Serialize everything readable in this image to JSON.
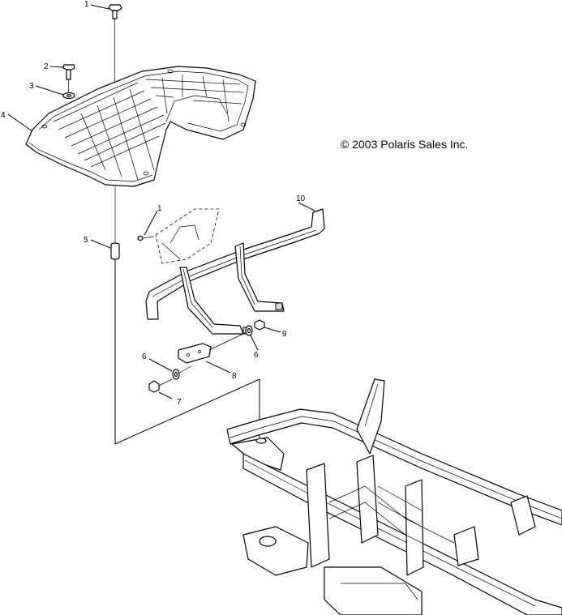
{
  "copyright": "© 2003 Polaris Sales Inc.",
  "callouts": [
    {
      "id": "c1a",
      "label": "1"
    },
    {
      "id": "c2",
      "label": "2"
    },
    {
      "id": "c3",
      "label": "3"
    },
    {
      "id": "c4",
      "label": "4"
    },
    {
      "id": "c5",
      "label": "5"
    },
    {
      "id": "c1b",
      "label": "1"
    },
    {
      "id": "c10",
      "label": "10"
    },
    {
      "id": "c9",
      "label": "9"
    },
    {
      "id": "c6a",
      "label": "6"
    },
    {
      "id": "c6b",
      "label": "6"
    },
    {
      "id": "c8",
      "label": "8"
    },
    {
      "id": "c7",
      "label": "7"
    }
  ]
}
